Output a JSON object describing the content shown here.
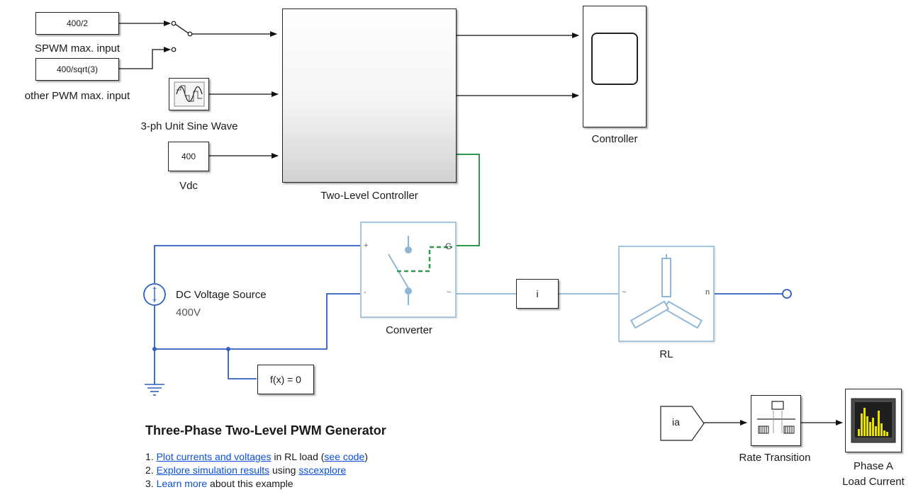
{
  "blocks": {
    "const_spwm": {
      "value": "400/2",
      "label": "SPWM max. input"
    },
    "const_other": {
      "value": "400/sqrt(3)",
      "label": "other PWM max. input"
    },
    "sine": {
      "label": "3-ph Unit Sine Wave"
    },
    "vdc": {
      "value": "400",
      "label": "Vdc"
    },
    "controller_sub": {
      "label": "Two-Level Controller"
    },
    "scope": {
      "label": "Controller"
    },
    "converter": {
      "label": "Converter",
      "port_g": "G",
      "port_plus": "+",
      "port_minus": "-",
      "port_out": "~"
    },
    "dc_source": {
      "label": "DC Voltage Source",
      "value": "400V"
    },
    "current_sensor": {
      "label": "i"
    },
    "rl": {
      "label": "RL",
      "port_in": "~",
      "port_n": "n"
    },
    "solver": {
      "label": "f(x) = 0"
    },
    "goto_ia": {
      "label": "ia"
    },
    "rate_transition": {
      "label": "Rate Transition"
    },
    "phase_scope": {
      "label_line1": "Phase A",
      "label_line2": "Load Current"
    }
  },
  "notes": {
    "title": "Three-Phase Two-Level PWM Generator",
    "items": [
      {
        "num": "1.",
        "link1": "Plot currents and voltages",
        "text1": " in RL load (",
        "link2": "see code",
        "text2": ")"
      },
      {
        "num": "2.",
        "link1": "Explore simulation results",
        "text1": " using ",
        "link2": "sscexplore",
        "text2": ""
      },
      {
        "num": "3.",
        "link1": "Learn more",
        "text1": " about this example",
        "link2": "",
        "text2": ""
      }
    ]
  },
  "colors": {
    "signal": "#111111",
    "physical": "#2f5fbf",
    "physical_light": "#8fb6d6",
    "gate": "#2e9a4e",
    "link": "#0a4fd6"
  }
}
